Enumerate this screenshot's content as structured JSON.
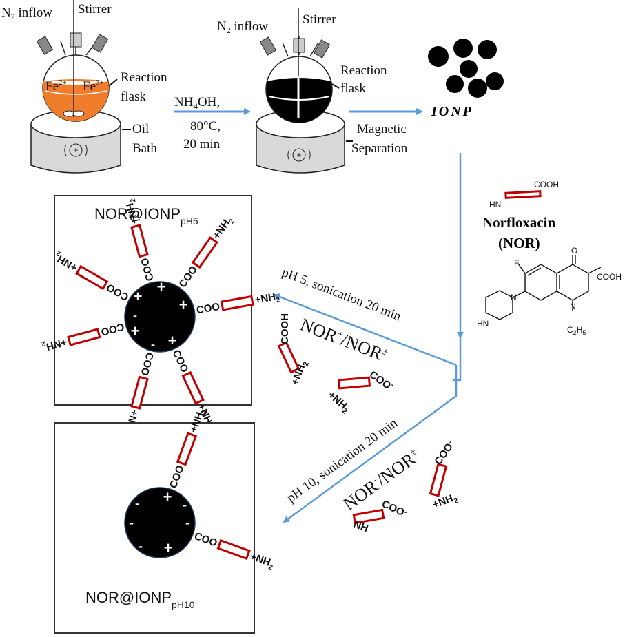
{
  "step1": {
    "n2_inflow": "N",
    "n2_sub": "2",
    "n2_rest": " inflow",
    "stirrer": "Stirrer",
    "reaction_flask_1": "Reaction",
    "reaction_flask_2": "flask",
    "fe2": "Fe",
    "fe2_sup": "2+",
    "fe3": "Fe",
    "fe3_sup": "3+",
    "oil_1": "Oil",
    "oil_2": "Bath",
    "liquid_color": "#f07d2c"
  },
  "arrow1": {
    "reagent": "NH",
    "reagent_sub": "4",
    "reagent_rest": "OH,",
    "temp": "80°C,",
    "time": "20 min"
  },
  "step2": {
    "n2_inflow": "N",
    "n2_sub": "2",
    "n2_rest": " inflow",
    "stirrer": "Stirrer",
    "reaction_flask_1": "Reaction",
    "reaction_flask_2": "flask",
    "liquid_color": "#000000"
  },
  "arrow2": {
    "label_1": "Magnetic",
    "label_2": "Separation"
  },
  "ionp": {
    "label": "IONP",
    "particle_count": 7
  },
  "norfloxacin": {
    "schematic_hn": "HN",
    "schematic_cooh": "COOH",
    "name": "Norfloxacin",
    "abbr": "(NOR)",
    "struct_f": "F",
    "struct_o": "O",
    "struct_cooh": "COOH",
    "struct_hn": "HN",
    "struct_n1": "N",
    "struct_n2": "N",
    "struct_ethyl": "C",
    "struct_ethyl_sub1": "2",
    "struct_ethyl_h": "H",
    "struct_ethyl_sub2": "5"
  },
  "branch_ph5": {
    "condition": "pH 5, sonication  20 min",
    "species": "NOR",
    "species_sup1": "+",
    "species_mid": "/NOR",
    "species_sup2": "±",
    "mol1_top": "COOH",
    "mol1_bottom": "+NH",
    "mol1_bottom_sub": "2",
    "mol2_right": "COO",
    "mol2_right_sup": "-",
    "mol2_left": "+NH",
    "mol2_left_sub": "2"
  },
  "branch_ph10": {
    "condition": "pH 10, sonication 20 min",
    "species": "NOR",
    "species_sup1": "-",
    "species_mid": "/NOR",
    "species_sup2": "±",
    "mol1_right": "COO",
    "mol1_right_sup": "-",
    "mol1_left": "NH",
    "mol2_top": "COO",
    "mol2_top_sup": "-",
    "mol2_bottom": "+NH",
    "mol2_bottom_sub": "2"
  },
  "box_ph5": {
    "title": "NOR@IONP",
    "title_sub": "pH5",
    "coo": "COO",
    "nh2": "+NH",
    "nh2_sub": "2",
    "surface_charges": [
      "+",
      "+",
      "+",
      "-",
      "+",
      "-",
      "+"
    ]
  },
  "box_ph10": {
    "title": "NOR@IONP",
    "title_sub": "pH10",
    "coo": "COO",
    "nh2": "+NH",
    "nh2_sub": "2",
    "surface_charges": [
      "-",
      "+",
      "-",
      "-",
      "-",
      "-",
      "+"
    ]
  },
  "colors": {
    "arrow": "#5b9bd5",
    "ligand": "#c00000",
    "particle": "#000000",
    "bath": "#d9d9d9",
    "box_border": "#333333"
  }
}
